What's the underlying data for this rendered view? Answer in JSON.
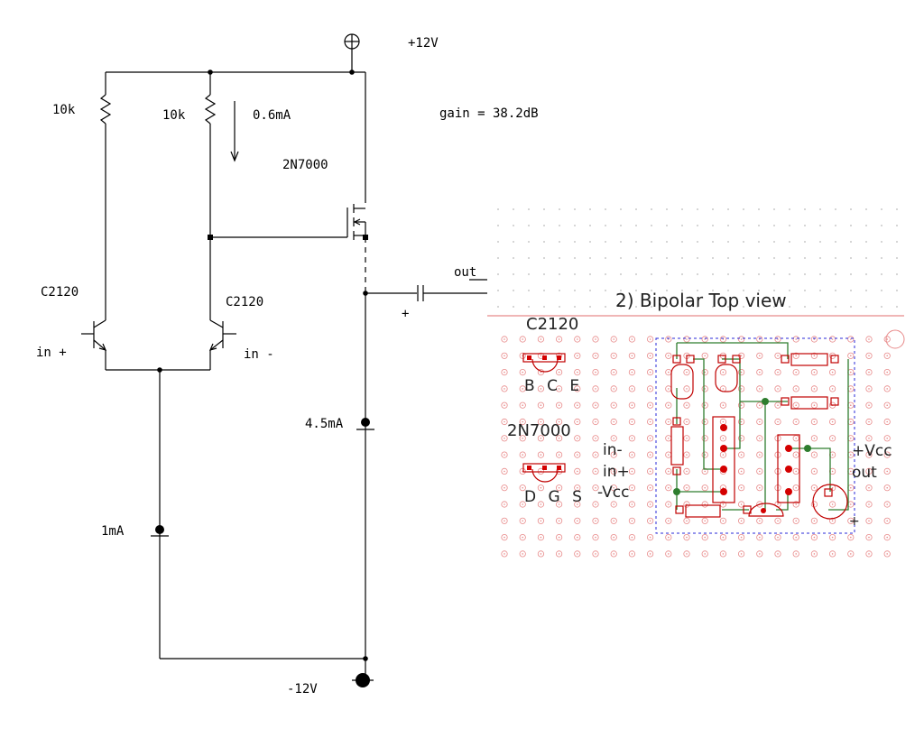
{
  "schematic": {
    "labels": {
      "vplus": "+12V",
      "vminus": "-12V",
      "gain": "gain = 38.2dB",
      "r_left": "10k",
      "r_right": "10k",
      "current_r": "0.6mA",
      "mosfet": "2N7000",
      "q_left": "C2120",
      "q_right": "C2120",
      "in_plus": "in +",
      "in_minus": "in -",
      "out": "out",
      "cap_plus": "+",
      "current_tail": "1mA",
      "current_out": "4.5mA"
    }
  },
  "pcb": {
    "title": "2)  Bipolar  Top view",
    "bjt_name": "C2120",
    "bjt_pins": "B C E",
    "fet_name": "2N7000",
    "fet_pins": "D G S",
    "pin_labels_left": [
      "in-",
      "in+",
      "-Vcc"
    ],
    "pin_labels_right": [
      "+Vcc",
      "out"
    ],
    "plus_mark": "+",
    "colors": {
      "pad": "#d40000",
      "trace": "#2e7d2e",
      "outline": "#2a2ad8",
      "grid": "#e88a8a"
    }
  }
}
